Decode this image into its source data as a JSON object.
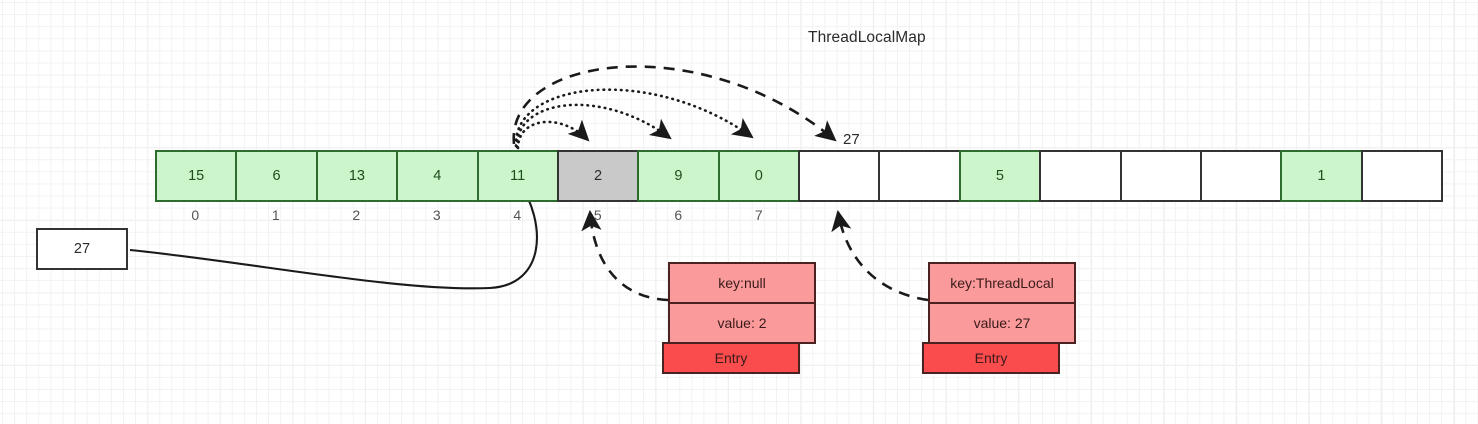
{
  "diagram": {
    "title": "ThreadLocalMap",
    "colors": {
      "filled_slot_fill": "#ccf5cc",
      "filled_slot_border": "#2e6b2e",
      "stale_slot_fill": "#c9c9c9",
      "empty_slot_fill": "#ffffff",
      "slot_border": "#333333",
      "entry_field_fill": "#fa9a9a",
      "entry_tag_fill": "#fa4c4c",
      "entry_border": "#4a2222",
      "connector": "#1a1a1a"
    }
  },
  "source_box": {
    "value": "27"
  },
  "slot_annotation": {
    "value": "27"
  },
  "array": {
    "slots": [
      {
        "index": "0",
        "value": "15",
        "state": "filled"
      },
      {
        "index": "1",
        "value": "6",
        "state": "filled"
      },
      {
        "index": "2",
        "value": "13",
        "state": "filled"
      },
      {
        "index": "3",
        "value": "4",
        "state": "filled"
      },
      {
        "index": "4",
        "value": "11",
        "state": "filled"
      },
      {
        "index": "5",
        "value": "2",
        "state": "stale"
      },
      {
        "index": "6",
        "value": "9",
        "state": "filled"
      },
      {
        "index": "7",
        "value": "0",
        "state": "filled"
      },
      {
        "index": "",
        "value": "",
        "state": "empty"
      },
      {
        "index": "",
        "value": "",
        "state": "empty"
      },
      {
        "index": "",
        "value": "5",
        "state": "filled"
      },
      {
        "index": "",
        "value": "",
        "state": "empty"
      },
      {
        "index": "",
        "value": "",
        "state": "empty"
      },
      {
        "index": "",
        "value": "",
        "state": "empty"
      },
      {
        "index": "",
        "value": "1",
        "state": "filled"
      },
      {
        "index": "",
        "value": "",
        "state": "empty"
      }
    ]
  },
  "entries": [
    {
      "id": "entry-null",
      "key": "key:null",
      "value": "value: 2",
      "tag": "Entry"
    },
    {
      "id": "entry-threadlocal",
      "key": "key:ThreadLocal",
      "value": "value: 27",
      "tag": "Entry"
    }
  ]
}
